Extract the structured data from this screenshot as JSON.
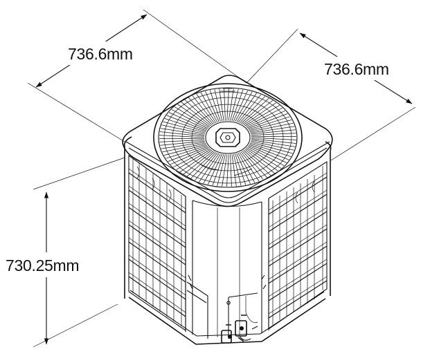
{
  "dimensions": {
    "width_left": "736.6mm",
    "width_right": "736.6mm",
    "height": "730.25mm"
  },
  "colors": {
    "ink": "#111111",
    "background": "#ffffff"
  }
}
